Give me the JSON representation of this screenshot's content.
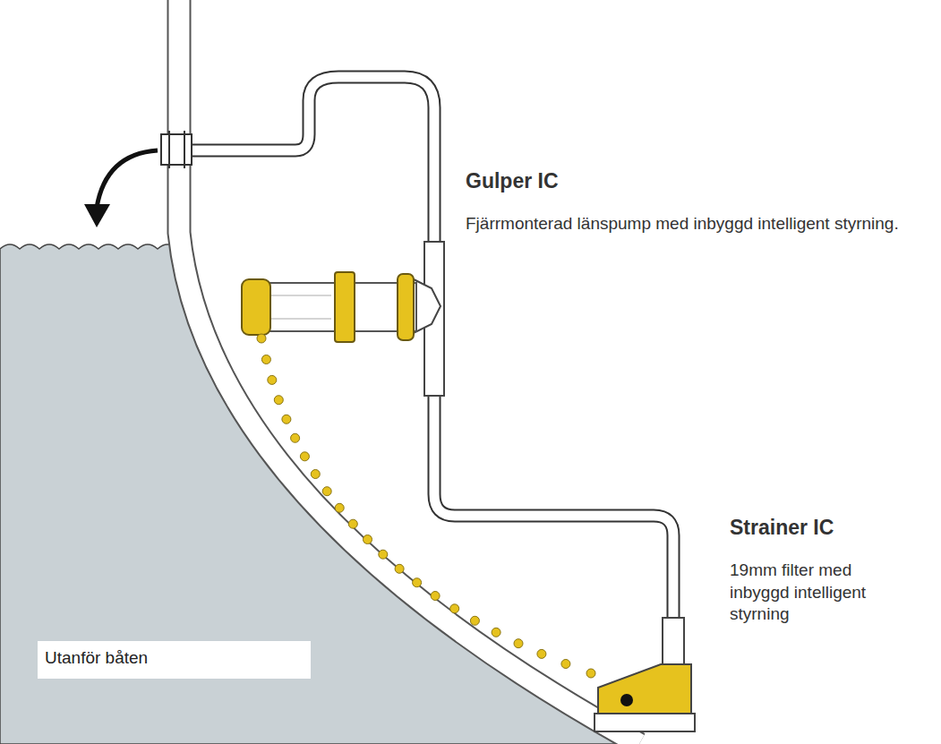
{
  "diagram": {
    "nodes": [
      {
        "text": [
          "Utanför båten"
        ]
      }
    ],
    "labels": [
      "Gulper IC",
      "Fjärrmonterad länspump med inbyggd intelligent styrning.",
      "Strainer IC",
      "19mm filter med inbyggd intelligent styrning"
    ]
  }
}
